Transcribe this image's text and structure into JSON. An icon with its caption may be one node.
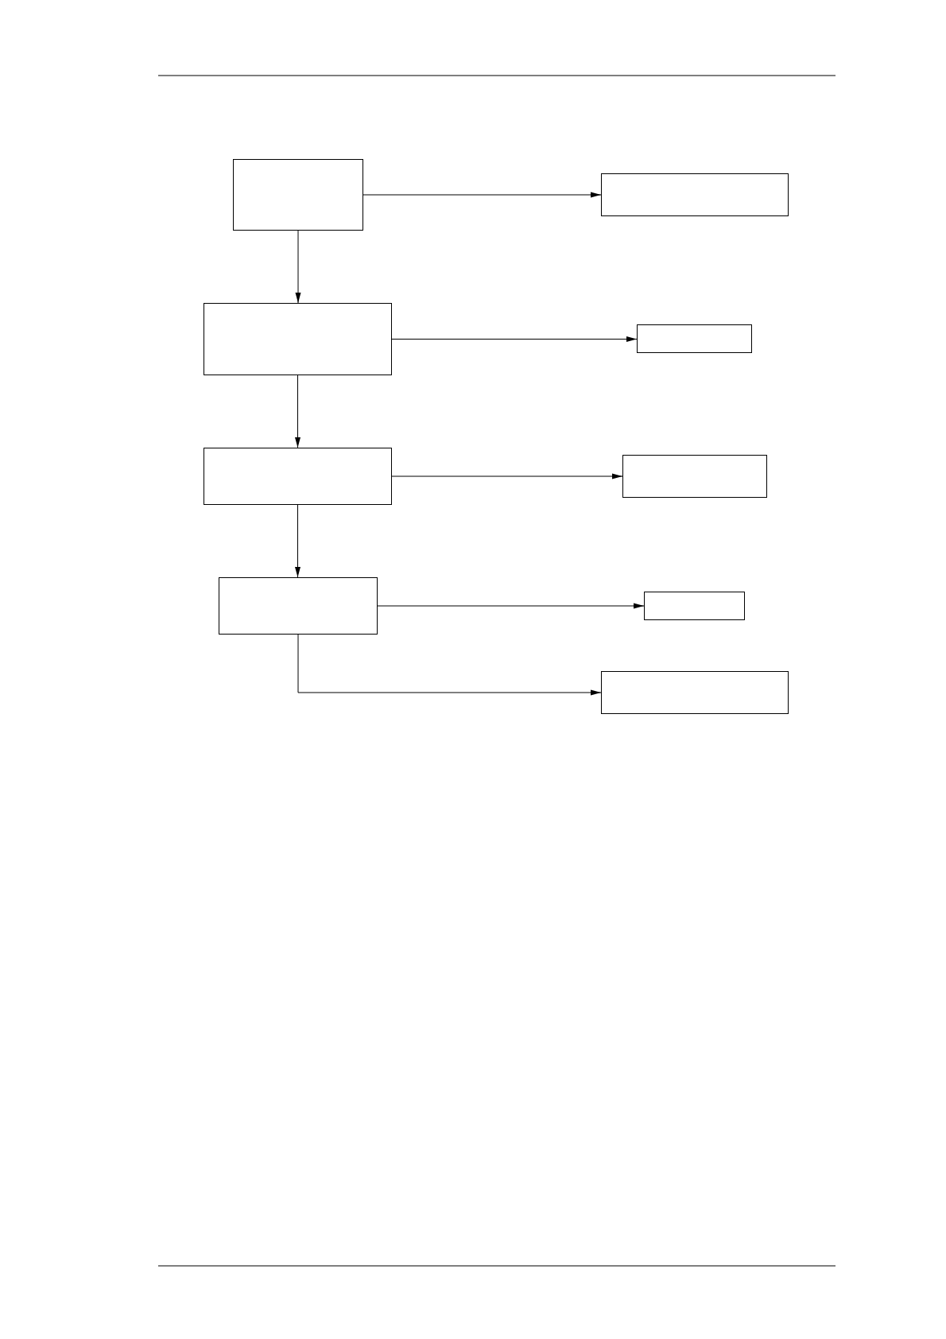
{
  "diagram": {
    "nodes": [
      {
        "text": [],
        "shape": "box"
      },
      {
        "text": [],
        "shape": "box"
      },
      {
        "text": [],
        "shape": "box"
      },
      {
        "text": [],
        "shape": "box"
      },
      {
        "text": [],
        "shape": "box"
      },
      {
        "text": [],
        "shape": "box"
      },
      {
        "text": [],
        "shape": "box"
      },
      {
        "text": [],
        "shape": "box"
      },
      {
        "text": [],
        "shape": "box"
      }
    ],
    "edges": [
      {
        "from": 0,
        "to": 1,
        "arrow": "to"
      },
      {
        "from": 0,
        "to": 2,
        "arrow": "to"
      },
      {
        "from": 2,
        "to": 3,
        "arrow": "to"
      },
      {
        "from": 2,
        "to": 4,
        "arrow": "to"
      },
      {
        "from": 4,
        "to": 5,
        "arrow": "to"
      },
      {
        "from": 4,
        "to": 6,
        "arrow": "to"
      },
      {
        "from": 6,
        "to": 7,
        "arrow": "to"
      },
      {
        "from": 6,
        "to": 8,
        "arrow": "to"
      }
    ]
  }
}
